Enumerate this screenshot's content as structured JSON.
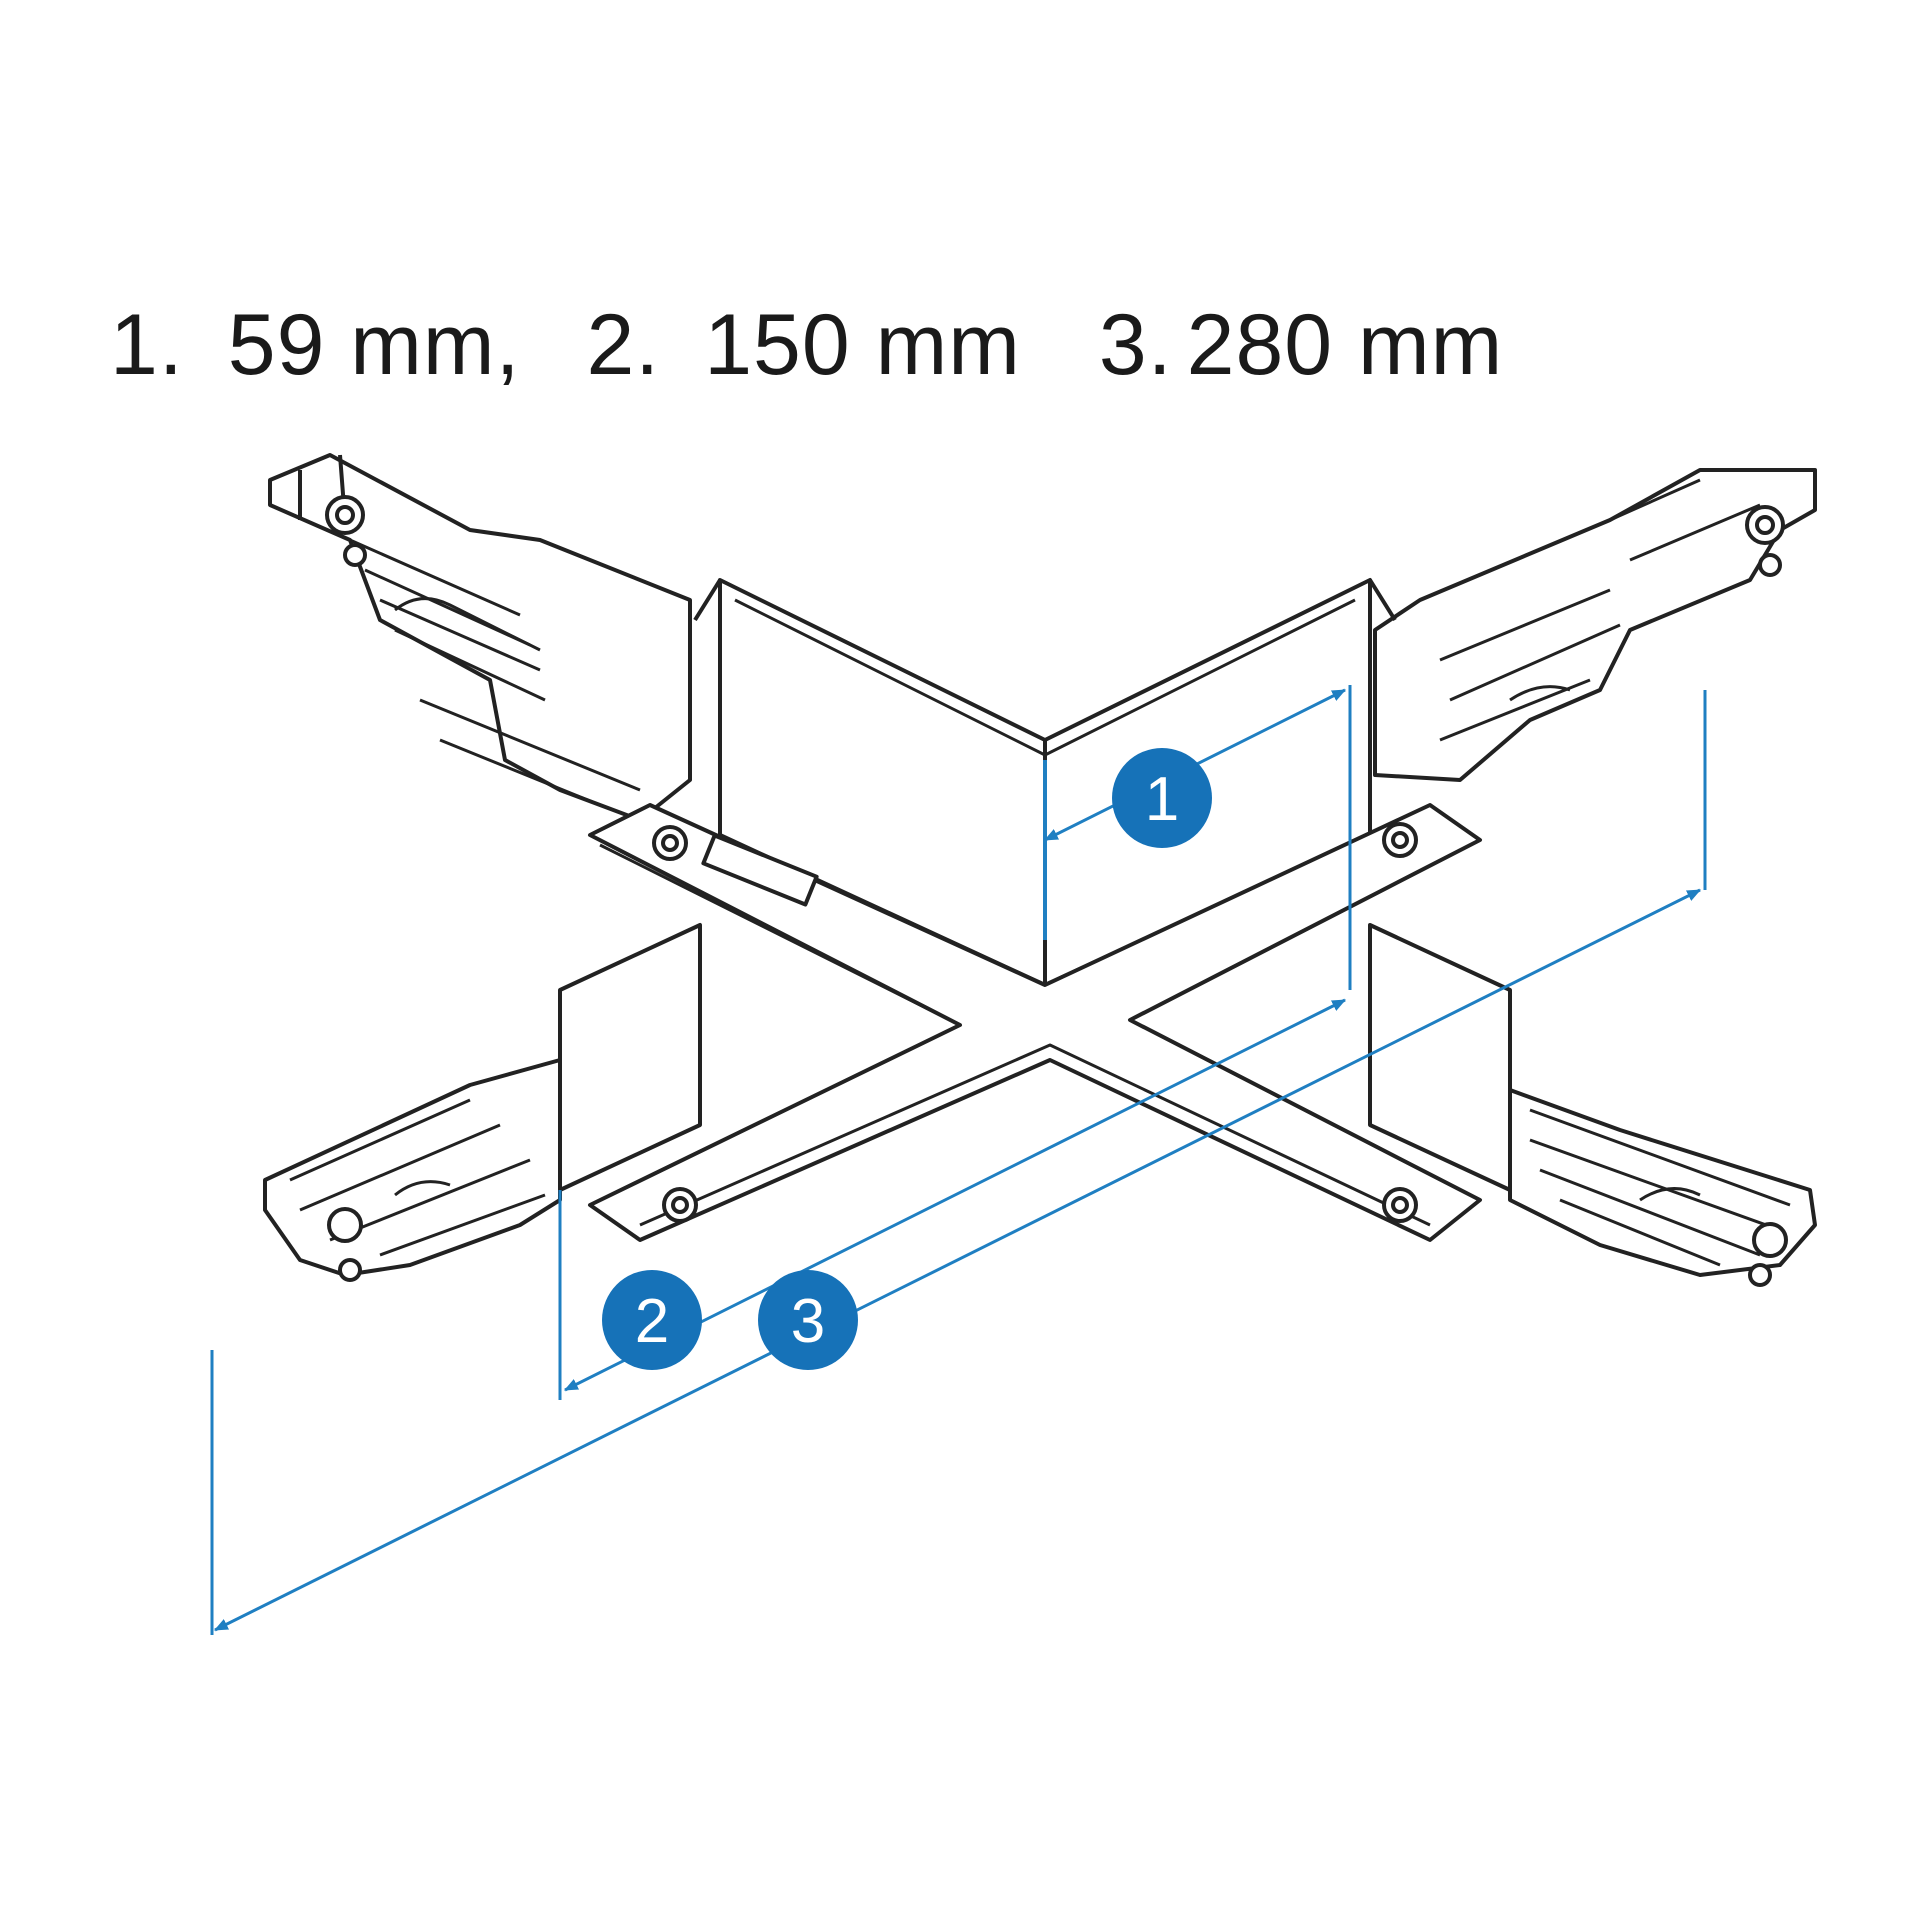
{
  "legend": {
    "items": [
      {
        "number": "1.",
        "value": "59 mm,"
      },
      {
        "number": "2.",
        "value": "150 mm"
      },
      {
        "number": "3.",
        "value": "280 mm"
      }
    ]
  },
  "callouts": [
    {
      "label": "1"
    },
    {
      "label": "2"
    },
    {
      "label": "3"
    }
  ],
  "colors": {
    "line": "#222222",
    "dimension": "#1f7fc2",
    "badge": "#1672b8",
    "background": "#ffffff"
  }
}
